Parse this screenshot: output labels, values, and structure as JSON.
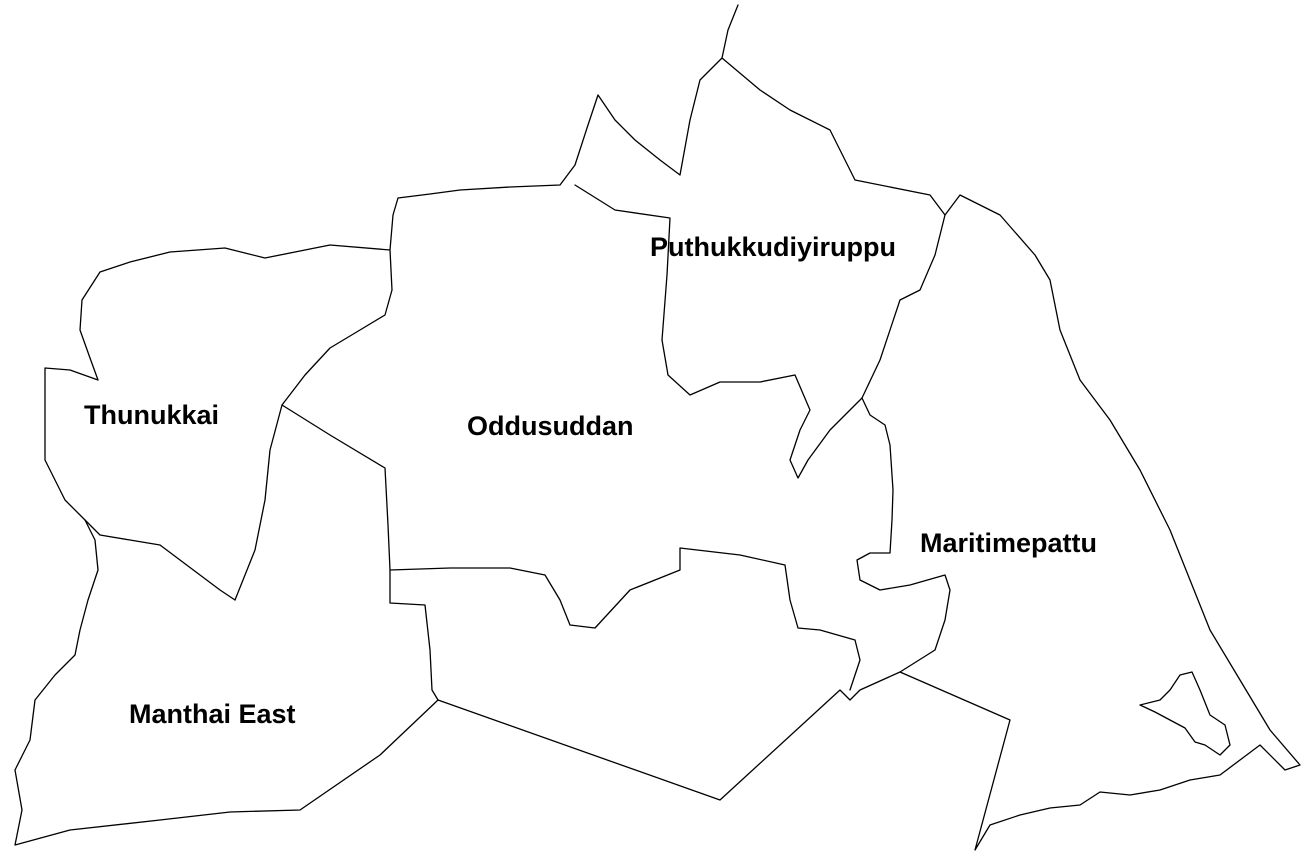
{
  "map": {
    "line_color": "#000000",
    "background_color": "#ffffff",
    "regions": [
      {
        "id": "puthukkudiyiruppu",
        "label": "Puthukkudiyiruppu"
      },
      {
        "id": "thunukkai",
        "label": "Thunukkai"
      },
      {
        "id": "oddusuddan",
        "label": "Oddusuddan"
      },
      {
        "id": "maritimepattu",
        "label": "Maritimepattu"
      },
      {
        "id": "manthai-east",
        "label": "Manthai East"
      }
    ]
  }
}
